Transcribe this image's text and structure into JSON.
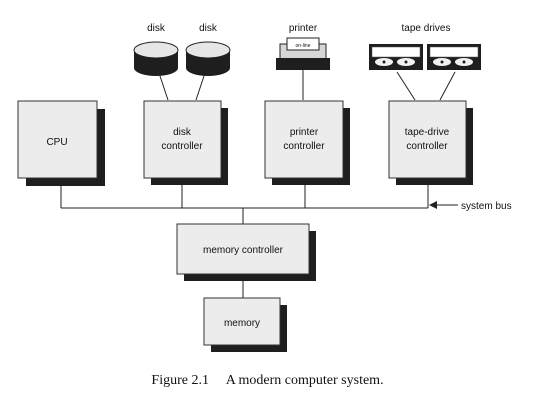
{
  "diagram": {
    "devices": {
      "disk_left": "disk",
      "disk_right": "disk",
      "printer": "printer",
      "printer_panel": "on-line",
      "tape_drives": "tape drives"
    },
    "components": {
      "cpu": "CPU",
      "disk_controller": [
        "disk",
        "controller"
      ],
      "printer_controller": [
        "printer",
        "controller"
      ],
      "tape_controller": [
        "tape-drive",
        "controller"
      ],
      "memory_controller": "memory controller",
      "memory": "memory"
    },
    "bus_label": "system bus"
  },
  "caption": {
    "figure": "Figure 2.1",
    "text": "A modern computer system."
  },
  "colors": {
    "shadow": "#1e1e1e",
    "box": "#ececec",
    "line": "#222222"
  }
}
